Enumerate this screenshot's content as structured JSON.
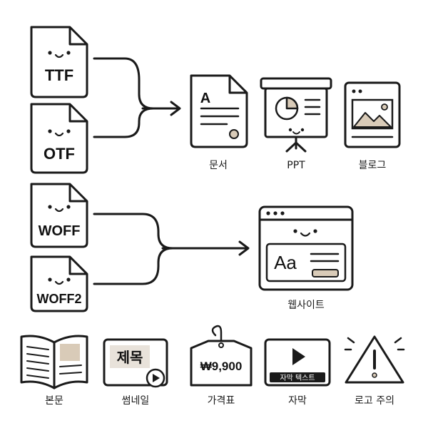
{
  "font_files": {
    "ttf": "TTF",
    "otf": "OTF",
    "woff": "WOFF",
    "woff2": "WOFF2"
  },
  "targets": {
    "document": "문서",
    "ppt": "PPT",
    "blog": "블로그",
    "website": "웹사이트"
  },
  "document_icon_letter": "A",
  "website_icon_text": "Aa",
  "usages": {
    "body_text": "본문",
    "thumbnail": "썸네일",
    "thumbnail_icon_text": "제목",
    "price_tag": "가격표",
    "price_value": "₩9,900",
    "subtitle": "자막",
    "subtitle_icon_text": "자막 텍스트",
    "logo_caution": "로고 주의"
  },
  "colors": {
    "stroke": "#1a1a1a",
    "accent": "#d9cbb8",
    "accent_light": "#e8e2da",
    "background": "#ffffff"
  }
}
